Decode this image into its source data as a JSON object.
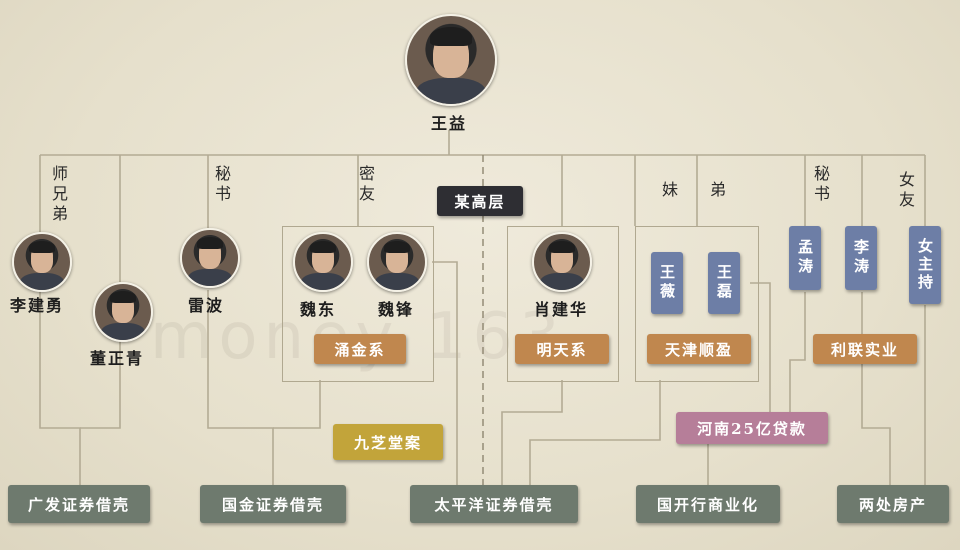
{
  "top": {
    "name": "王益"
  },
  "center_label": "某高层",
  "relations": {
    "shixiongdi": "师兄弟",
    "mishu1": "秘书",
    "miyou": "密友",
    "mei": "妹",
    "di": "弟",
    "mishu2": "秘书",
    "nvyou": "女友"
  },
  "people": {
    "li_jianyong": "李建勇",
    "dong_zhengqing": "董正青",
    "lei_bo": "雷波",
    "wei_dong": "魏东",
    "wei_feng": "魏锋",
    "xiao_jianhua": "肖建华",
    "wang_wei": "王薇",
    "wang_lei": "王磊",
    "meng_tao": "孟涛",
    "li_tao": "李涛",
    "nv_zhuchi": "女主持"
  },
  "groups": {
    "yongjin": "涌金系",
    "mingtian": "明天系",
    "tianjin": "天津顺盈",
    "lilian": "利联实业",
    "jiuzhitang": "九芝堂案",
    "henan": "河南25亿贷款"
  },
  "outcomes": {
    "guangfa": "广发证券借壳",
    "guojin": "国金证券借壳",
    "taipingyang": "太平洋证券借壳",
    "guokaihang": "国开行商业化",
    "liangchu": "两处房产"
  },
  "watermark": "money 163"
}
